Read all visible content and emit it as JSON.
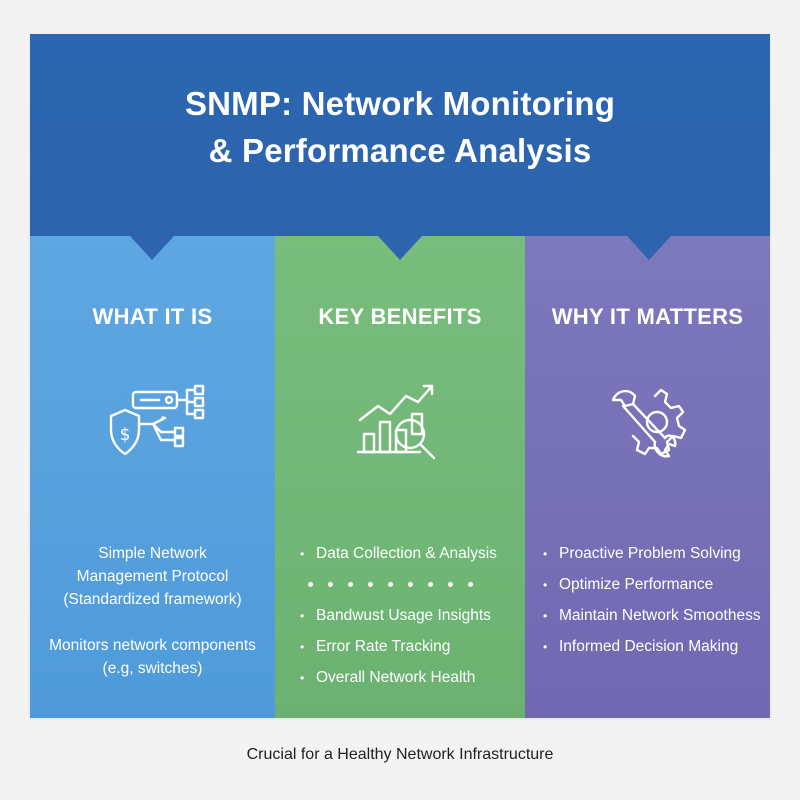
{
  "header": {
    "title_line1": "SNMP: Network Monitoring",
    "title_line2": "& Performance Analysis"
  },
  "columns": [
    {
      "heading": "WHAT IT IS",
      "icon": "shield-dollar-network-icon",
      "color": "#5aa3de",
      "description": [
        "Simple Network",
        "Management Protocol",
        "(Standardized framework)"
      ],
      "description2": [
        "Monitors network components",
        "(e.g, switches)"
      ]
    },
    {
      "heading": "KEY BENEFITS",
      "icon": "chart-magnifier-icon",
      "color": "#74b979",
      "items": [
        "Data Collection & Analysis",
        "Bandwust Usage Insights",
        "Error Rate Tracking",
        "Overall Network Health"
      ]
    },
    {
      "heading": "WHY IT MATTERS",
      "icon": "wrench-gear-icon",
      "color": "#7872b8",
      "items": [
        "Proactive Problem Solving",
        "Optimize Performance",
        "Maintain Network Smoothess",
        "Informed Decision Making"
      ]
    }
  ],
  "footer": "Crucial for a Healthy Network Infrastructure"
}
